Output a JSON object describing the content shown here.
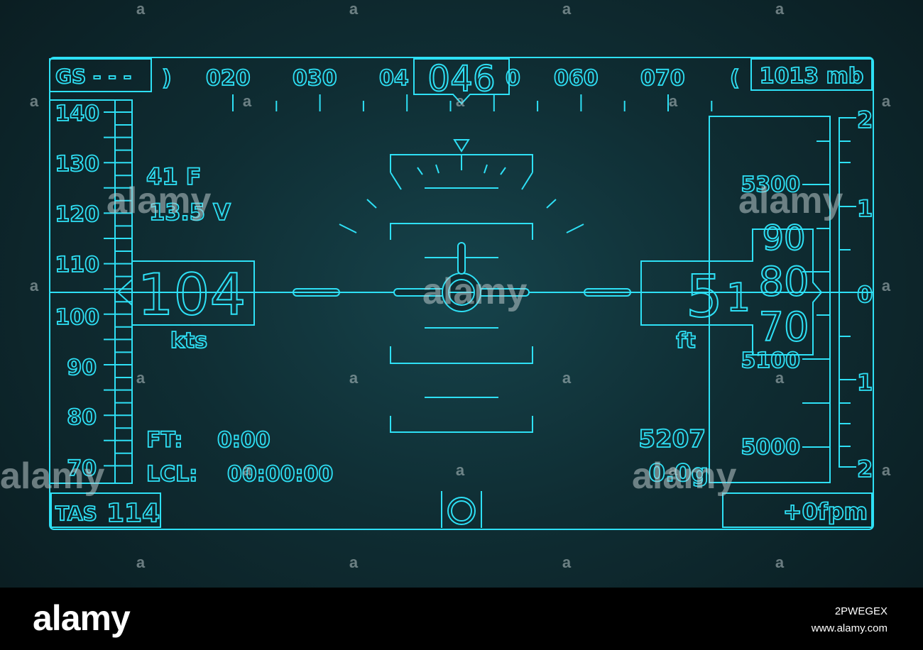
{
  "colors": {
    "neon": "#2ee0f5",
    "background": "#0f2d33",
    "footer": "#000000"
  },
  "top_bar": {
    "gs_label": "GS - - -",
    "heading_ticks": [
      ")",
      "020",
      "030",
      "04",
      "0",
      "060",
      "070",
      "("
    ],
    "heading_value": "046",
    "baro": "1013 mb"
  },
  "airspeed": {
    "scale": [
      "140",
      "130",
      "120",
      "110",
      "100",
      "90",
      "80",
      "70"
    ],
    "value": "104",
    "unit": "kts"
  },
  "info": {
    "temp": "41  F",
    "voltage": "13.5 V",
    "ft_label": "FT:",
    "ft_value": "0:00",
    "lcl_label": "LCL:",
    "lcl_value": "00:00:00"
  },
  "altitude": {
    "scale": [
      "5300",
      "5100",
      "5000"
    ],
    "value_big": "5",
    "value_mid": "1",
    "drum": [
      "90",
      "80",
      "70"
    ],
    "unit": "ft",
    "baro_alt": "5207",
    "g_load": "0.0g"
  },
  "vsi": {
    "scale": [
      "2",
      "1",
      "0",
      "1",
      "2"
    ]
  },
  "bottom": {
    "tas_label": "TAS",
    "tas_value": "114",
    "vs": "+0fpm"
  },
  "icons": [
    "turn-coordinator-ball-icon",
    "aircraft-symbol-icon"
  ],
  "watermark": {
    "text": "alamy",
    "stock_id": "2PWEGEX",
    "site": "www.alamy.com"
  }
}
